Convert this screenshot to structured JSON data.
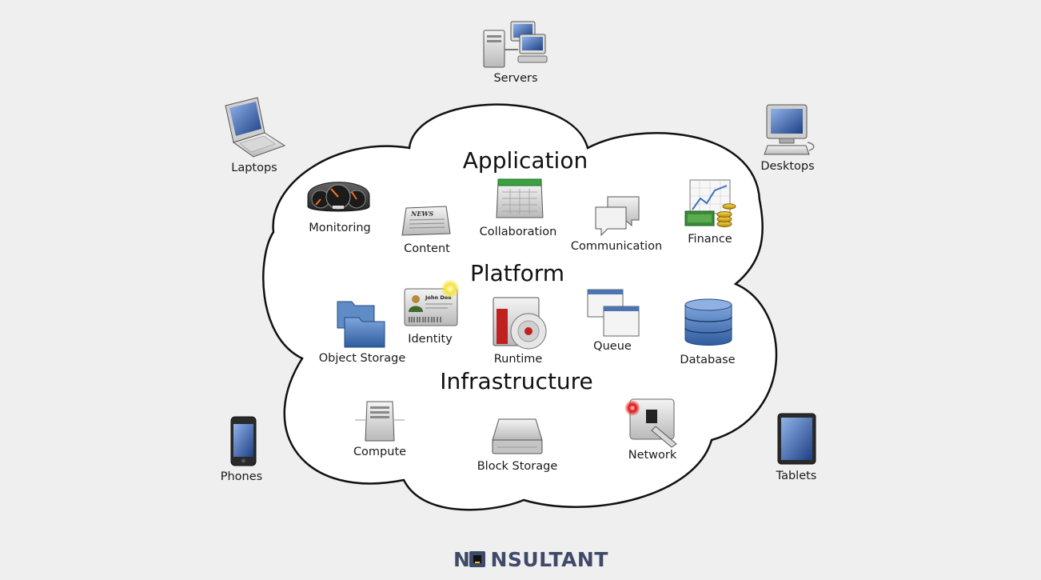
{
  "cloud": {
    "sections": {
      "application": "Application",
      "platform": "Platform",
      "infrastructure": "Infrastructure"
    },
    "application_items": {
      "monitoring": "Monitoring",
      "content": "Content",
      "collaboration": "Collaboration",
      "communication": "Communication",
      "finance": "Finance"
    },
    "platform_items": {
      "object_storage": "Object Storage",
      "identity": "Identity",
      "identity_card_name": "John Doe",
      "runtime": "Runtime",
      "queue": "Queue",
      "database": "Database"
    },
    "infrastructure_items": {
      "compute": "Compute",
      "block_storage": "Block Storage",
      "network": "Network"
    }
  },
  "clients": {
    "servers": "Servers",
    "laptops": "Laptops",
    "desktops": "Desktops",
    "phones": "Phones",
    "tablets": "Tablets"
  },
  "newspaper_text": "NEWS",
  "brand": {
    "prefix": "N",
    "suffix": "NSULTANT"
  },
  "colors": {
    "background": "#f0eff0",
    "cloud_fill": "#ffffff",
    "cloud_stroke": "#111111",
    "brand": "#3e4a68",
    "icon_blue": "#4a78b8",
    "network_red": "#e01010"
  }
}
